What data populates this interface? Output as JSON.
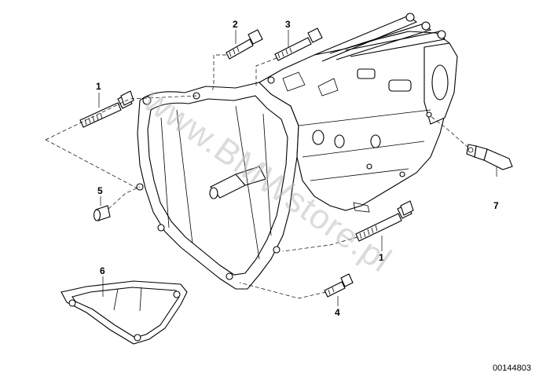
{
  "diagram": {
    "watermark": "www.BMWstore.pl",
    "drawing_id": "00144803",
    "callouts": [
      {
        "id": "label-1-top",
        "text": "1"
      },
      {
        "id": "label-2",
        "text": "2"
      },
      {
        "id": "label-3",
        "text": "3"
      },
      {
        "id": "label-5",
        "text": "5"
      },
      {
        "id": "label-6",
        "text": "6"
      },
      {
        "id": "label-7",
        "text": "7"
      },
      {
        "id": "label-1-bottom",
        "text": "1"
      },
      {
        "id": "label-4",
        "text": "4"
      }
    ],
    "parts": {
      "transmission": "transmission-housing",
      "bolt_long": "hex-bolt-long",
      "bolt_short": "hex-bolt-short",
      "sleeve": "dowel-sleeve",
      "cover": "cover-plate",
      "switch": "reversing-light-switch"
    }
  }
}
